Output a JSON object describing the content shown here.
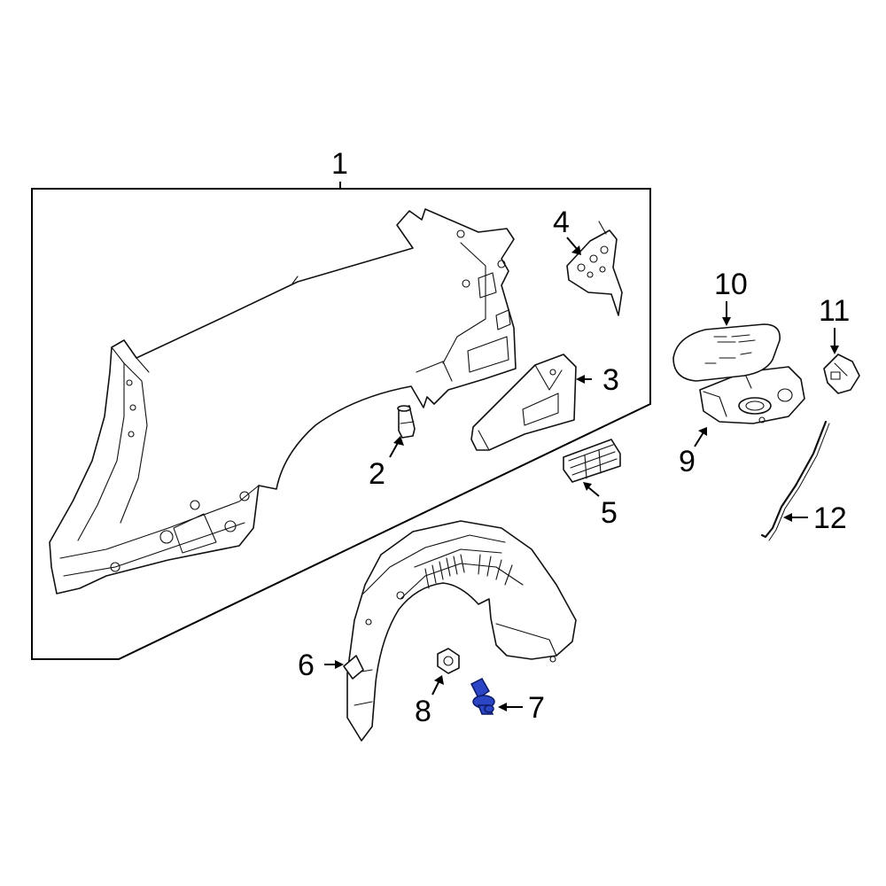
{
  "callouts": {
    "c1": "1",
    "c2": "2",
    "c3": "3",
    "c4": "4",
    "c5": "5",
    "c6": "6",
    "c7": "7",
    "c8": "8",
    "c9": "9",
    "c10": "10",
    "c11": "11",
    "c12": "12"
  },
  "colors": {
    "line": "#111111",
    "highlight": "#2c45c4",
    "background": "#ffffff"
  }
}
